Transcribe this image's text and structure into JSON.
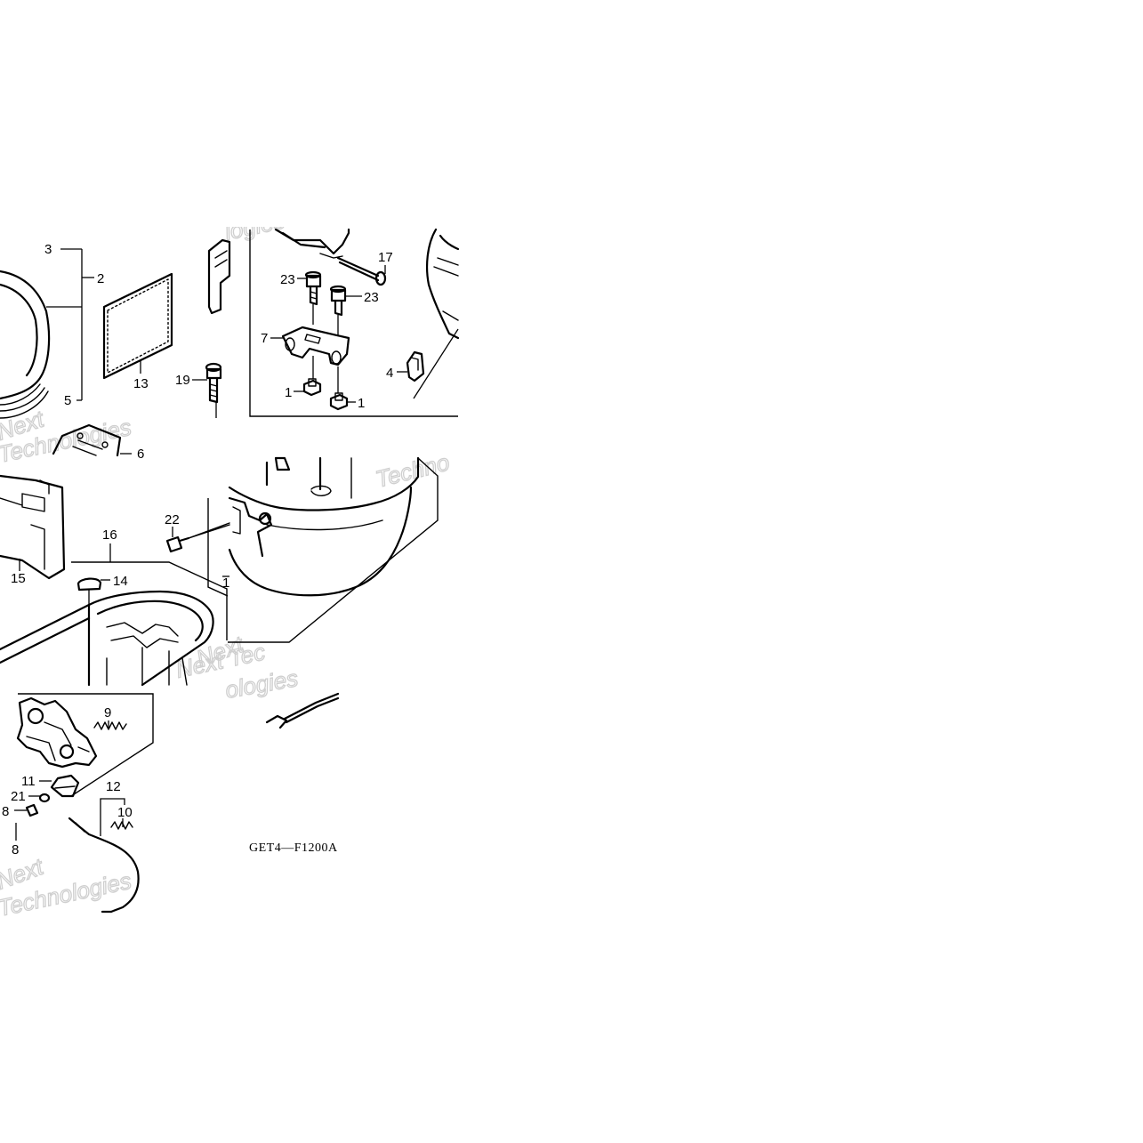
{
  "diagram": {
    "code": "GET4—F1200A",
    "callouts": {
      "c1a": "1",
      "c1b": "1",
      "c1c": "1",
      "c2": "2",
      "c3": "3",
      "c4": "4",
      "c5": "5",
      "c6": "6",
      "c7": "7",
      "c8a": "8",
      "c8b": "8",
      "c9": "9",
      "c10": "10",
      "c11": "11",
      "c12": "12",
      "c13": "13",
      "c14": "14",
      "c15": "15",
      "c16": "16",
      "c17": "17",
      "c19": "19",
      "c21": "21",
      "c22": "22",
      "c23a": "23",
      "c23b": "23"
    },
    "watermarks": {
      "w1": "logies",
      "w2": "Next",
      "w3": "Technologies",
      "w4": "Techno",
      "w5": "Next",
      "w6": "Next Tec",
      "w7": "ologies",
      "w8": "Next",
      "w9": "Technologies"
    }
  }
}
